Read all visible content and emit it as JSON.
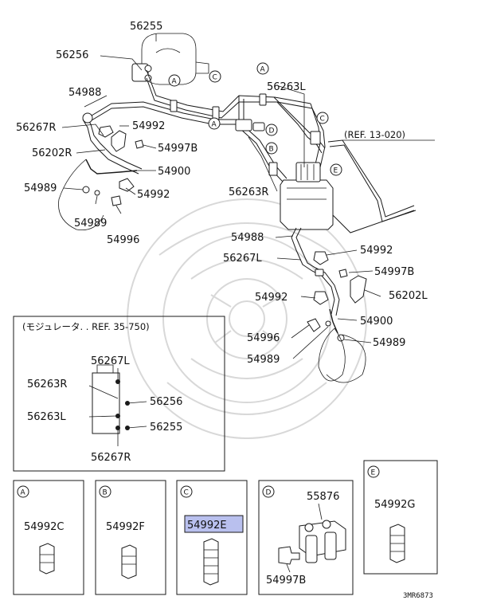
{
  "ref_main": "(REF. 13-020)",
  "inset": {
    "title": "(モジュレータ. . REF. 35-750)",
    "labels": {
      "l56267L": "56267L",
      "l56263R": "56263R",
      "l56263L": "56263L",
      "l56267R": "56267R",
      "l56256": "56256",
      "l56255": "56255"
    }
  },
  "callouts": {
    "p56255": "56255",
    "p56256": "56256",
    "p54988a": "54988",
    "p56267R": "56267R",
    "p54992a": "54992",
    "p56202R": "56202R",
    "p54997Ba": "54997B",
    "p54900a": "54900",
    "p54989a": "54989",
    "p54992b": "54992",
    "p54989b": "54989",
    "p54996a": "54996",
    "p56263L": "56263L",
    "p56263R": "56263R",
    "p54988b": "54988",
    "p56267L": "56267L",
    "p54992c": "54992",
    "p54997Bb": "54997B",
    "p54992d": "54992",
    "p56202L": "56202L",
    "p54900b": "54900",
    "p54996b": "54996",
    "p54989c": "54989",
    "p54989d": "54989"
  },
  "detail_boxes": {
    "A": {
      "letter": "A",
      "part": "54992C"
    },
    "B": {
      "letter": "B",
      "part": "54992F"
    },
    "C": {
      "letter": "C",
      "part": "54992E"
    },
    "D": {
      "letter": "D",
      "part_top": "55876",
      "part_bottom": "54997B"
    },
    "E": {
      "letter": "E",
      "part": "54992G"
    }
  },
  "diagram_code": "3MR6873",
  "colors": {
    "highlight": "#b9c0ee",
    "line": "#1a1a1a",
    "watermark": "#d8d8d8"
  }
}
